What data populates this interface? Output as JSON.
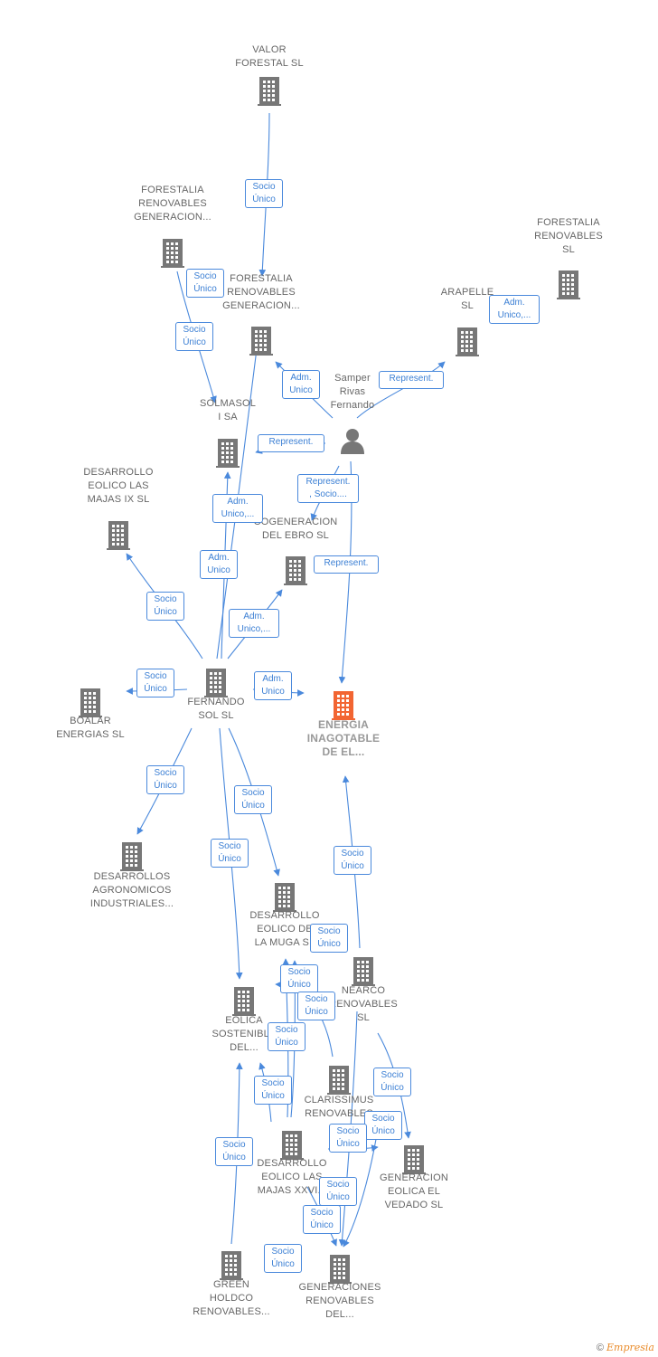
{
  "colors": {
    "edge": "#4a89dc",
    "company": "#777777",
    "focus": "#f26532",
    "person": "#777777"
  },
  "nodes": {
    "valor": {
      "label": "VALOR\nFORESTAL SL",
      "icon": "building-icon"
    },
    "forestalia1": {
      "label": "FORESTALIA\nRENOVABLES\nGENERACION...",
      "icon": "building-icon"
    },
    "forestalia2": {
      "label": "FORESTALIA\nRENOVABLES\nGENERACION...",
      "icon": "building-icon"
    },
    "forestalia3": {
      "label": "FORESTALIA\nRENOVABLES\nSL",
      "icon": "building-icon"
    },
    "arapelle": {
      "label": "ARAPELLE\nSL",
      "icon": "building-icon"
    },
    "samper": {
      "label": "Samper\nRivas\nFernando",
      "icon": "person-icon"
    },
    "solmasol": {
      "label": "SOLMASOL\nI SA",
      "icon": "building-icon"
    },
    "desarrollo_ix": {
      "label": "DESARROLLO\nEOLICO LAS\nMAJAS IX SL",
      "icon": "building-icon"
    },
    "cogeneracion": {
      "label": "COGENERACION\nDEL EBRO SL",
      "icon": "building-icon"
    },
    "fernando": {
      "label": "FERNANDO\nSOL SL",
      "icon": "building-icon"
    },
    "boalar": {
      "label": "BOALAR\nENERGIAS SL",
      "icon": "building-icon"
    },
    "energia": {
      "label": "ENERGIA\nINAGOTABLE\nDE EL...",
      "icon": "building-icon-focus"
    },
    "agronomicos": {
      "label": "DESARROLLOS\nAGRONOMICOS\nINDUSTRIALES...",
      "icon": "building-icon"
    },
    "muga": {
      "label": "DESARROLLO\nEOLICO DE\nLA MUGA SL",
      "icon": "building-icon"
    },
    "nearco": {
      "label": "NEARCO\nRENOVABLES\nSL",
      "icon": "building-icon"
    },
    "eolica": {
      "label": "EOLICA\nSOSTENIBLE\nDEL...",
      "icon": "building-icon"
    },
    "clarissimus": {
      "label": "CLARISSIMUS\nRENOVABLES",
      "icon": "building-icon"
    },
    "majas_xxv": {
      "label": "DESARROLLO\nEOLICO LAS\nMAJAS XXVI...",
      "icon": "building-icon"
    },
    "vedado": {
      "label": "GENERACION\nEOLICA EL\nVEDADO SL",
      "icon": "building-icon"
    },
    "green": {
      "label": "GREEN\nHOLDCO\nRENOVABLES...",
      "icon": "building-icon"
    },
    "generaciones": {
      "label": "GENERACIONES\nRENOVABLES\nDEL...",
      "icon": "building-icon"
    }
  },
  "edge_labels": {
    "e1": "Socio\nÚnico",
    "e2": "Socio\nÚnico",
    "e3": "Socio\nÚnico",
    "e4": "Adm.\nUnico,...",
    "e5": "Represent.",
    "e6": "Adm.\nUnico",
    "e7": "Represent.",
    "e8": "Represent.\n, Socio....",
    "e9": "Represent.",
    "e10": "Adm.\nUnico,...",
    "e11": "Adm.\nUnico",
    "e12": "Socio\nÚnico",
    "e13": "Adm.\nUnico,...",
    "e14": "Socio\nÚnico",
    "e15": "Adm.\nUnico",
    "e16": "Socio\nÚnico",
    "e17": "Socio\nÚnico",
    "e18": "Socio\nÚnico",
    "e19": "Socio\nÚnico",
    "e20": "Socio\nÚnico",
    "e21": "Socio\nÚnico",
    "e22": "Socio\nÚnico",
    "e23": "Socio\nÚnico",
    "e24": "Socio\nÚnico",
    "e25": "Socio\nÚnico",
    "e26": "Socio\nÚnico",
    "e27": "Socio\nÚnico",
    "e28": "Socio\nÚnico",
    "e29": "Socio\nÚnico",
    "e30": "Socio\nÚnico",
    "e31": "Socio\nÚnico"
  },
  "footer": {
    "copyright": "©",
    "brand": "Empresia"
  }
}
